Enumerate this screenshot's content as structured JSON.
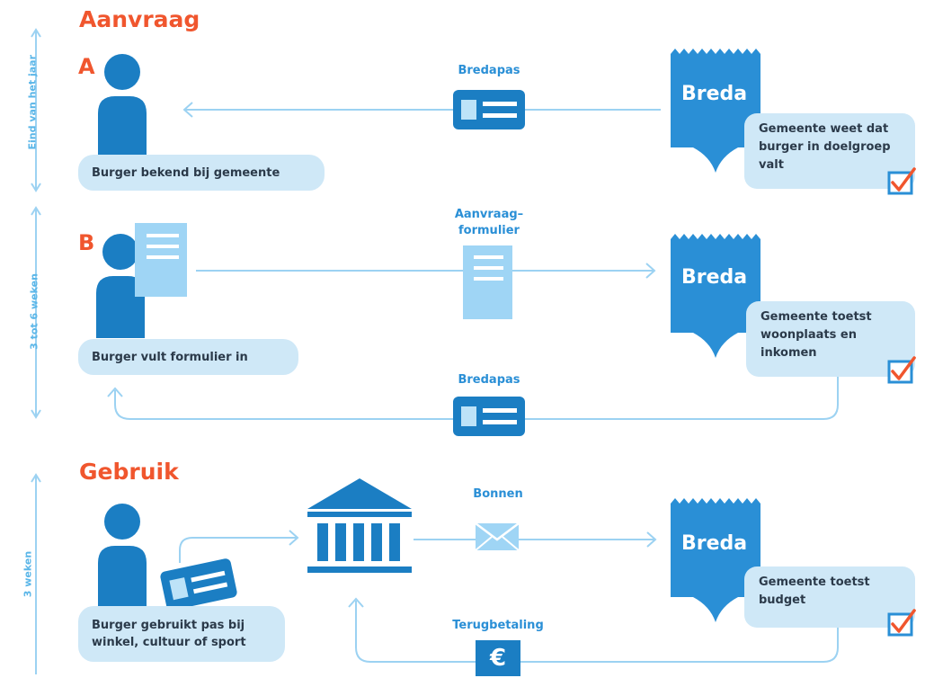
{
  "sections": {
    "aanvraag": "Aanvraag",
    "gebruik": "Gebruik"
  },
  "timeline": {
    "a": "Eind van het jaar",
    "b": "3 tot 6 weken",
    "c": "3 weken"
  },
  "scenario_a": {
    "letter": "A",
    "citizen": "Burger bekend bij gemeente",
    "flow_label": "Bredapas",
    "municipality": "Breda",
    "note": "Gemeente weet dat\nburger in doelgroep\nvalt"
  },
  "scenario_b": {
    "letter": "B",
    "citizen": "Burger vult formulier in",
    "flow_label": "Aanvraag–\nformulier",
    "return_label": "Bredapas",
    "municipality": "Breda",
    "note": "Gemeente toetst\nwoonplaats en\ninkomen"
  },
  "usage": {
    "citizen": "Burger gebruikt pas bij\nwinkel, cultuur of sport",
    "flow_label": "Bonnen",
    "return_label": "Terugbetaling",
    "euro": "€",
    "municipality": "Breda",
    "note": "Gemeente toetst\nbudget"
  },
  "colors": {
    "dark_blue": "#1b7ec3",
    "mid_blue": "#2a8fd6",
    "light_blue": "#9fd5f5",
    "line": "#9cd2f2",
    "bubble": "#cfe8f7",
    "orange": "#f0562e"
  },
  "icons": [
    "person-icon",
    "id-card-icon",
    "form-icon",
    "bank-icon",
    "envelope-icon",
    "euro-icon",
    "checkbox-icon",
    "breda-badge-icon"
  ]
}
